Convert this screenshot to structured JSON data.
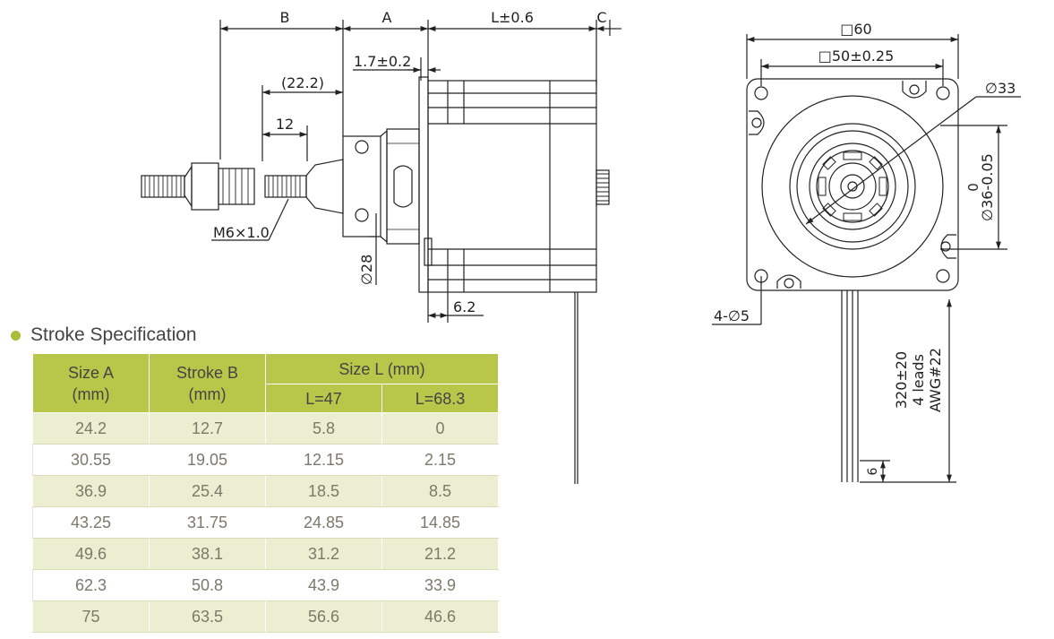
{
  "side_view": {
    "dim_b": "B",
    "dim_a": "A",
    "dim_l": "L±0.6",
    "dim_c": "C",
    "dim_flange": "1.7±0.2",
    "dim_22": "(22.2)",
    "dim_12": "12",
    "thread": "M6×1.0",
    "dia_28": "∅28",
    "dim_62": "6.2"
  },
  "front_view": {
    "square_60": "□60",
    "square_50": "□50±0.25",
    "dia_33": "∅33",
    "dia_36_tol": "0",
    "dia_36": "∅36-0.05",
    "holes": "4-∅5",
    "leads_1": "320±20",
    "leads_2": "4 leads",
    "leads_3": "AWG#22",
    "dim_6": "6"
  },
  "stroke": {
    "title": "Stroke Specification",
    "headers": {
      "size_a": "Size A",
      "size_a_unit": "(mm)",
      "stroke_b": "Stroke B",
      "stroke_b_unit": "(mm)",
      "size_l": "Size L (mm)",
      "l47": "L=47",
      "l683": "L=68.3"
    },
    "rows": [
      [
        "24.2",
        "12.7",
        "5.8",
        "0"
      ],
      [
        "30.55",
        "19.05",
        "12.15",
        "2.15"
      ],
      [
        "36.9",
        "25.4",
        "18.5",
        "8.5"
      ],
      [
        "43.25",
        "31.75",
        "24.85",
        "14.85"
      ],
      [
        "49.6",
        "38.1",
        "31.2",
        "21.2"
      ],
      [
        "62.3",
        "50.8",
        "43.9",
        "33.9"
      ],
      [
        "75",
        "63.5",
        "56.6",
        "46.6"
      ]
    ]
  },
  "colors": {
    "accent": "#b8c74a",
    "stripe": "#ebeed0",
    "bullet": "#a9bd3b"
  }
}
